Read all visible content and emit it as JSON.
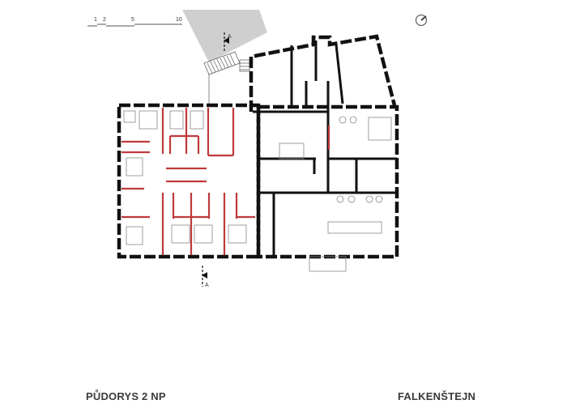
{
  "drawing": {
    "title": "PŮDORYS 2 NP",
    "project": "FALKENŠTEJN",
    "scale_bar": {
      "ticks": [
        "1",
        "2",
        "5",
        "10"
      ]
    },
    "section_marks": {
      "top": "A",
      "bottom": "A"
    },
    "north_arrow": "compass-icon",
    "colors": {
      "walls": "#111111",
      "new_partitions": "#c0393b",
      "terrain": "#cfcfcf",
      "furniture": "#888888"
    }
  }
}
